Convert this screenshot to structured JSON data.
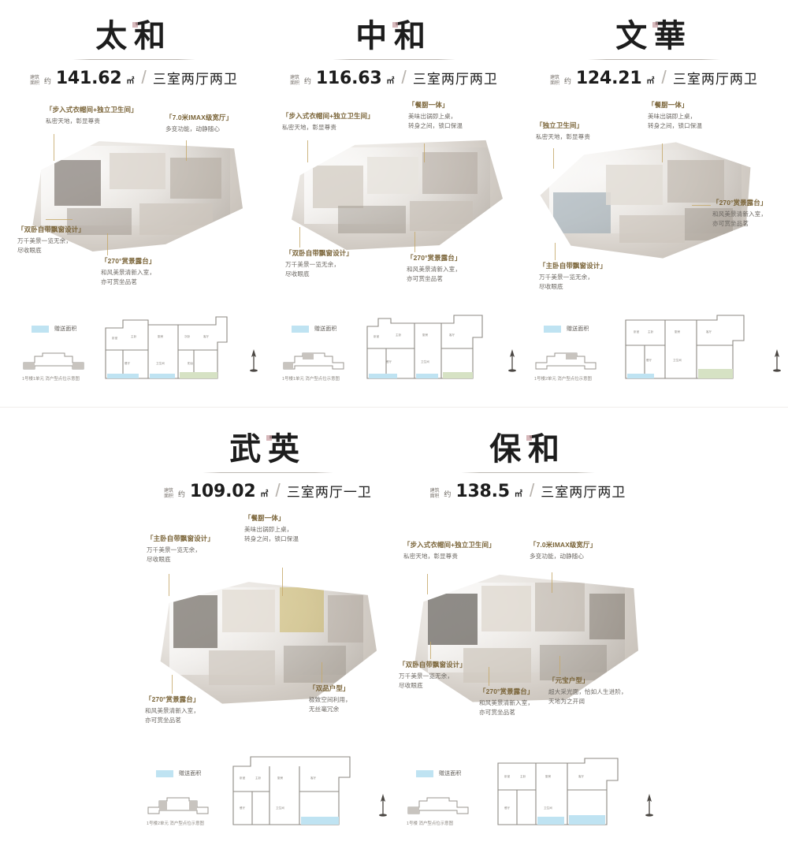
{
  "page": {
    "legend_label": "赠送面积",
    "legend_color": "#bfe3f2",
    "accent_gold": "#7a6438",
    "accent_dot": "#c9a0a4"
  },
  "units": [
    {
      "id": "taihe",
      "name": "太和",
      "badge": "建筑面积",
      "about": "约",
      "area": "141.62",
      "sqm": "㎡",
      "divider": "/",
      "rooms": "三室两厅两卫",
      "building_caption": "1号楼1单元  消户型点位示意图",
      "callouts": [
        {
          "title": "「步入式衣帽间+独立卫生间」",
          "sub": "私密天地，彰显尊贵"
        },
        {
          "title": "「7.0米IMAX级宽厅」",
          "sub": "多变功能，动静随心"
        },
        {
          "title": "「双卧自带飘窗设计」",
          "sub": "万千美景一览无余，\n尽收眼底"
        },
        {
          "title": "「270°赏景露台」",
          "sub": "和风美景清新入室，\n亦可赏坐品茗"
        }
      ]
    },
    {
      "id": "zhonghe",
      "name": "中和",
      "badge": "建筑面积",
      "about": "约",
      "area": "116.63",
      "sqm": "㎡",
      "divider": "/",
      "rooms": "三室两厅两卫",
      "building_caption": "1号楼1单元  消户型点位示意图",
      "callouts": [
        {
          "title": "「步入式衣帽间+独立卫生间」",
          "sub": "私密天地，彰显尊贵"
        },
        {
          "title": "「餐厨一体」",
          "sub": "美味出锅即上桌，\n转身之间，锁口保温"
        },
        {
          "title": "「双卧自带飘窗设计」",
          "sub": "万千美景一览无余，\n尽收眼底"
        },
        {
          "title": "「270°赏景露台」",
          "sub": "和风美景清新入室，\n亦可赏坐品茗"
        }
      ]
    },
    {
      "id": "wenhua",
      "name": "文華",
      "badge": "建筑面积",
      "about": "约",
      "area": "124.21",
      "sqm": "㎡",
      "divider": "/",
      "rooms": "三室两厅两卫",
      "building_caption": "1号楼2单元  消户型点位示意图",
      "callouts": [
        {
          "title": "「独立卫生间」",
          "sub": "私密天地，彰显尊贵"
        },
        {
          "title": "「餐厨一体」",
          "sub": "美味出锅即上桌，\n转身之间，锁口保温"
        },
        {
          "title": "「主卧自带飘窗设计」",
          "sub": "万千美景一览无余，\n尽收眼底"
        },
        {
          "title": "「270°赏景露台」",
          "sub": "和风美景清新入室，\n亦可赏坐品茗"
        }
      ]
    },
    {
      "id": "wuying",
      "name": "武英",
      "badge": "建筑面积",
      "about": "约",
      "area": "109.02",
      "sqm": "㎡",
      "divider": "/",
      "rooms": "三室两厅一卫",
      "building_caption": "1号楼2单元  消户型点位示意图",
      "callouts": [
        {
          "title": "「主卧自带飘窗设计」",
          "sub": "万千美景一览无余，\n尽收眼底"
        },
        {
          "title": "「餐厨一体」",
          "sub": "美味出锅即上桌，\n转身之间，锁口保温"
        },
        {
          "title": "「270°赏景露台」",
          "sub": "和风美景清新入室，\n亦可赏坐品茗"
        },
        {
          "title": "「双品户型」",
          "sub": "极致空间利用，\n无丝毫冗余"
        }
      ]
    },
    {
      "id": "baohe",
      "name": "保和",
      "badge": "建筑面积",
      "about": "约",
      "area": "138.5",
      "sqm": "㎡",
      "divider": "/",
      "rooms": "三室两厅两卫",
      "building_caption": "1号楼  消户型点位示意图",
      "callouts": [
        {
          "title": "「步入式衣帽间+独立卫生间」",
          "sub": "私密天地，彰显尊贵"
        },
        {
          "title": "「7.0米IMAX级宽厅」",
          "sub": "多变功能，动静随心"
        },
        {
          "title": "「双卧自带飘窗设计」",
          "sub": "万千美景一览无余，\n尽收眼底"
        },
        {
          "title": "「270°赏景露台」",
          "sub": "和风美景清新入室，\n亦可赏坐品茗"
        },
        {
          "title": "「元宝户型」",
          "sub": "超大采光面，恰如人生进阶，\n天地为之开阔"
        }
      ]
    }
  ]
}
